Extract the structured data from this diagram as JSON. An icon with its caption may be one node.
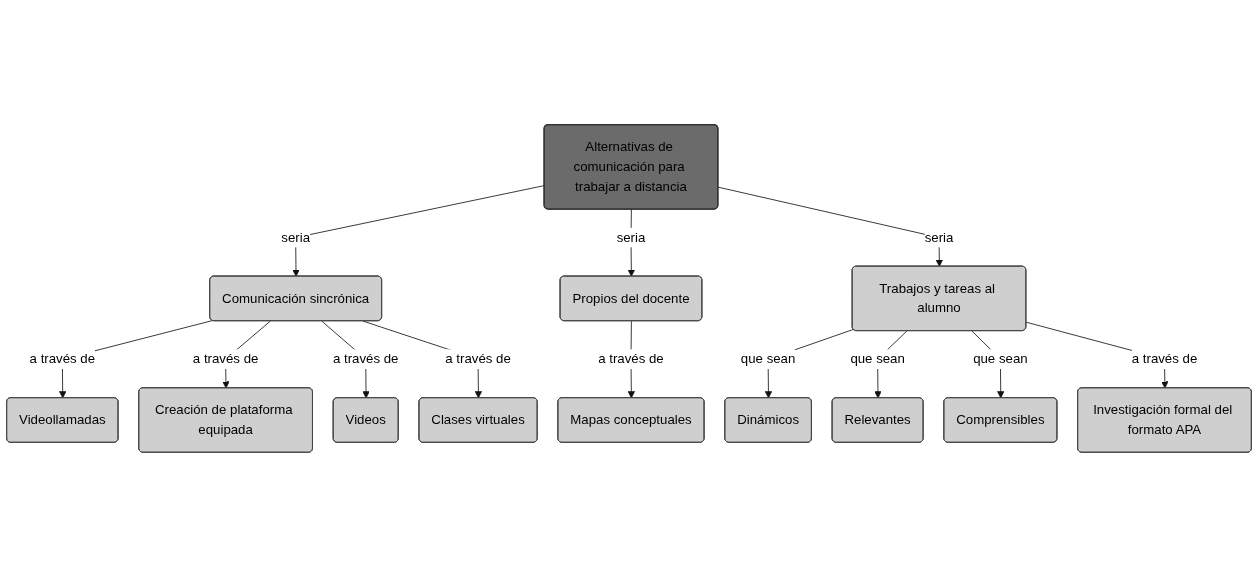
{
  "diagram": {
    "nodes": [
      {
        "text": [
          "Alternativas de comunicación para trabajar a distancia"
        ]
      },
      {
        "text": [
          "Comunicación sincrónica"
        ]
      },
      {
        "text": [
          "Propios del docente"
        ]
      },
      {
        "text": [
          "Trabajos y tareas al alumno"
        ]
      },
      {
        "text": [
          "Videollamadas"
        ]
      },
      {
        "text": [
          "Clases virtuales"
        ]
      },
      {
        "text": [
          "Mapas conceptuales"
        ]
      },
      {
        "text": [
          "Creación de plataforma equipada"
        ]
      },
      {
        "text": [
          "Videos"
        ]
      },
      {
        "text": [
          "Dinámicos"
        ]
      },
      {
        "text": [
          "Relevantes"
        ]
      },
      {
        "text": [
          "Comprensibles"
        ]
      },
      {
        "text": [
          "Investigación formal del formato APA"
        ]
      }
    ],
    "edges": [
      {
        "from": 0,
        "to": 1,
        "arrow": "to",
        "label": "seria"
      },
      {
        "from": 0,
        "to": 2,
        "arrow": "to",
        "label": "seria"
      },
      {
        "from": 0,
        "to": 3,
        "arrow": "to",
        "label": "seria"
      },
      {
        "from": 1,
        "to": 4,
        "arrow": "to",
        "label": "a través de"
      },
      {
        "from": 1,
        "to": 7,
        "arrow": "to",
        "label": "a través de"
      },
      {
        "from": 1,
        "to": 8,
        "arrow": "to",
        "label": "a través de"
      },
      {
        "from": 1,
        "to": 5,
        "arrow": "to",
        "label": "a través de"
      },
      {
        "from": 2,
        "to": 6,
        "arrow": "to",
        "label": "a través de"
      },
      {
        "from": 3,
        "to": 9,
        "arrow": "to",
        "label": "que sean"
      },
      {
        "from": 3,
        "to": 10,
        "arrow": "to",
        "label": "que sean"
      },
      {
        "from": 3,
        "to": 11,
        "arrow": "to",
        "label": "que sean"
      },
      {
        "from": 3,
        "to": 12,
        "arrow": "to",
        "label": "a través de"
      }
    ]
  }
}
